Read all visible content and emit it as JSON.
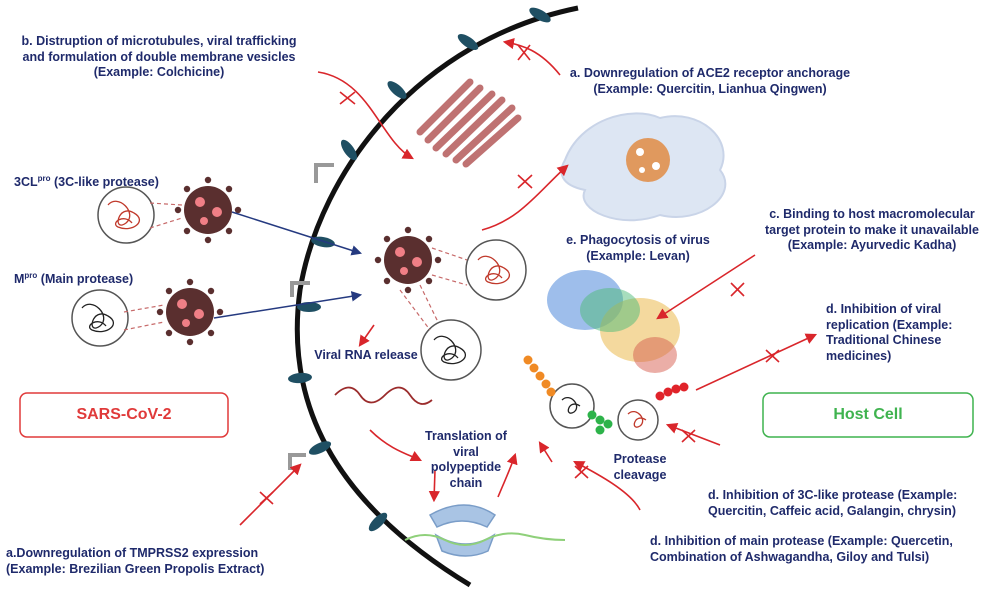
{
  "boxes": {
    "virus": "SARS-CoV-2",
    "host": "Host Cell"
  },
  "colors": {
    "text": "#1f2a6b",
    "virus_box": "#e03a3a",
    "host_box": "#3fb34f",
    "arrow_red": "#d9262b",
    "arrow_blue": "#253a80",
    "membrane": "#111111",
    "receptor": "#1f4f63",
    "virion": "#5a2f2f",
    "virion_spot": "#f07f86"
  },
  "labels": {
    "b_microtubules": [
      "b. Distruption of microtubules, viral trafficking",
      "and formulation of double membrane vesicles",
      "(Example: Colchicine)"
    ],
    "a_ace2": [
      "a. Downregulation of ACE2 receptor anchorage",
      "(Example: Quercitin, Lianhua Qingwen)"
    ],
    "c_binding": [
      "c. Binding to host macromolecular",
      "target protein to make it unavailable",
      "(Example: Ayurvedic Kadha)"
    ],
    "e_phagocytosis": [
      "e. Phagocytosis of virus",
      "(Example: Levan)"
    ],
    "d_replication": [
      "d. Inhibition of viral",
      "replication (Example:",
      "Traditional Chinese",
      "medicines)"
    ],
    "threecl": {
      "prefix": "3CL",
      "sup": "pro",
      "suffix": " (3C-like protease)"
    },
    "mpro": {
      "prefix": "M",
      "sup": "pro",
      "suffix": "  (Main protease)"
    },
    "rna_release": "Viral RNA release",
    "translation": [
      "Translation of",
      "viral",
      "polypeptide",
      "chain"
    ],
    "protease_cleavage": [
      "Protease",
      "cleavage"
    ],
    "d_3c": [
      "d. Inhibition of 3C-like protease (Example:",
      "Quercitin, Caffeic acid, Galangin, chrysin)"
    ],
    "d_main": [
      "d. Inhibition of main protease (Example: Quercetin,",
      "Combination of Ashwagandha, Giloy and Tulsi)"
    ],
    "a_tmprss2": [
      "a.Downregulation of TMPRSS2 expression",
      "(Example: Brezilian Green Propolis Extract)"
    ]
  }
}
